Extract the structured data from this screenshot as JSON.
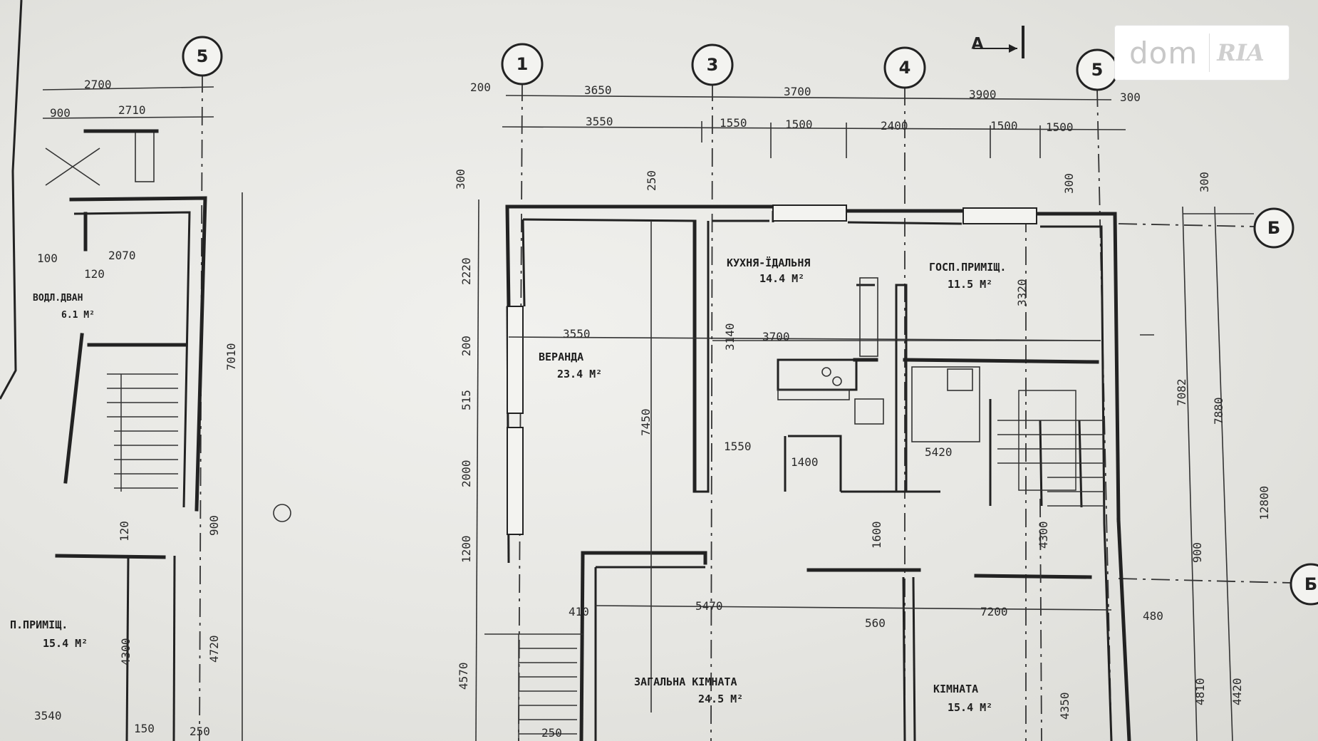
{
  "watermark": {
    "left": "dom",
    "right": "RIA"
  },
  "section_marker": "A",
  "axes": {
    "a5_left": "5",
    "a1": "1",
    "a3": "3",
    "a4": "4",
    "a5": "5",
    "b_right": "Б",
    "v_right": "Б"
  },
  "rooms": {
    "kitchen_name": "КУХНЯ-ЇДАЛЬНЯ",
    "kitchen_area": "14.4 М²",
    "utility_name": "ГОСП.ПРИМІЩ.",
    "utility_area": "11.5 М²",
    "veranda_name": "ВЕРАНДА",
    "veranda_area": "23.4 М²",
    "living_name": "ЗАГАЛЬНА КІМНАТА",
    "living_area": "24.5 М²",
    "room_name": "КІМНАТА",
    "room_area": "15.4 М²",
    "left_upper_name": "ВОДЛ.ДВАН",
    "left_upper_area": "6.1 М²",
    "left_lower_name": "П.ПРИМІЩ.",
    "left_lower_area": "15.4 М²"
  },
  "dims": {
    "d2700": "2700",
    "d900": "900",
    "d2710": "2710",
    "d200": "200",
    "d3650": "3650",
    "d3700": "3700",
    "d3900": "3900",
    "d300a": "300",
    "d3550": "3550",
    "d1550": "1550",
    "d1500a": "1500",
    "d2400": "2400",
    "d1500b": "1500",
    "d1500c": "1500",
    "d300b": "300",
    "d250": "250",
    "d300c": "300",
    "d300d": "300",
    "d2220": "2220",
    "d200b": "200",
    "d515": "515",
    "d2000": "2000",
    "d1200": "1200",
    "d4570": "4570",
    "d7450": "7450",
    "d3550b": "3550",
    "d3700b": "3700",
    "d1550b": "1550",
    "d1400": "1400",
    "d1600": "1600",
    "d5470": "5470",
    "d7200": "7200",
    "d410": "410",
    "d560": "560",
    "d7010": "7010",
    "d900b": "900",
    "d4720": "4720",
    "d4300": "4300",
    "d7082": "7082",
    "d7880": "7880",
    "d12800": "12800",
    "d900c": "900",
    "d4810": "4810",
    "d4420": "4420",
    "d100": "100",
    "d2070": "2070",
    "d120": "120",
    "d5420": "5420",
    "d3140": "3140",
    "d480": "480",
    "d120b": "120",
    "d3320": "3320",
    "d4350": "4350",
    "d4300b": "4300",
    "d3540": "3540",
    "d150": "150",
    "d250b": "250",
    "d250c": "250"
  }
}
